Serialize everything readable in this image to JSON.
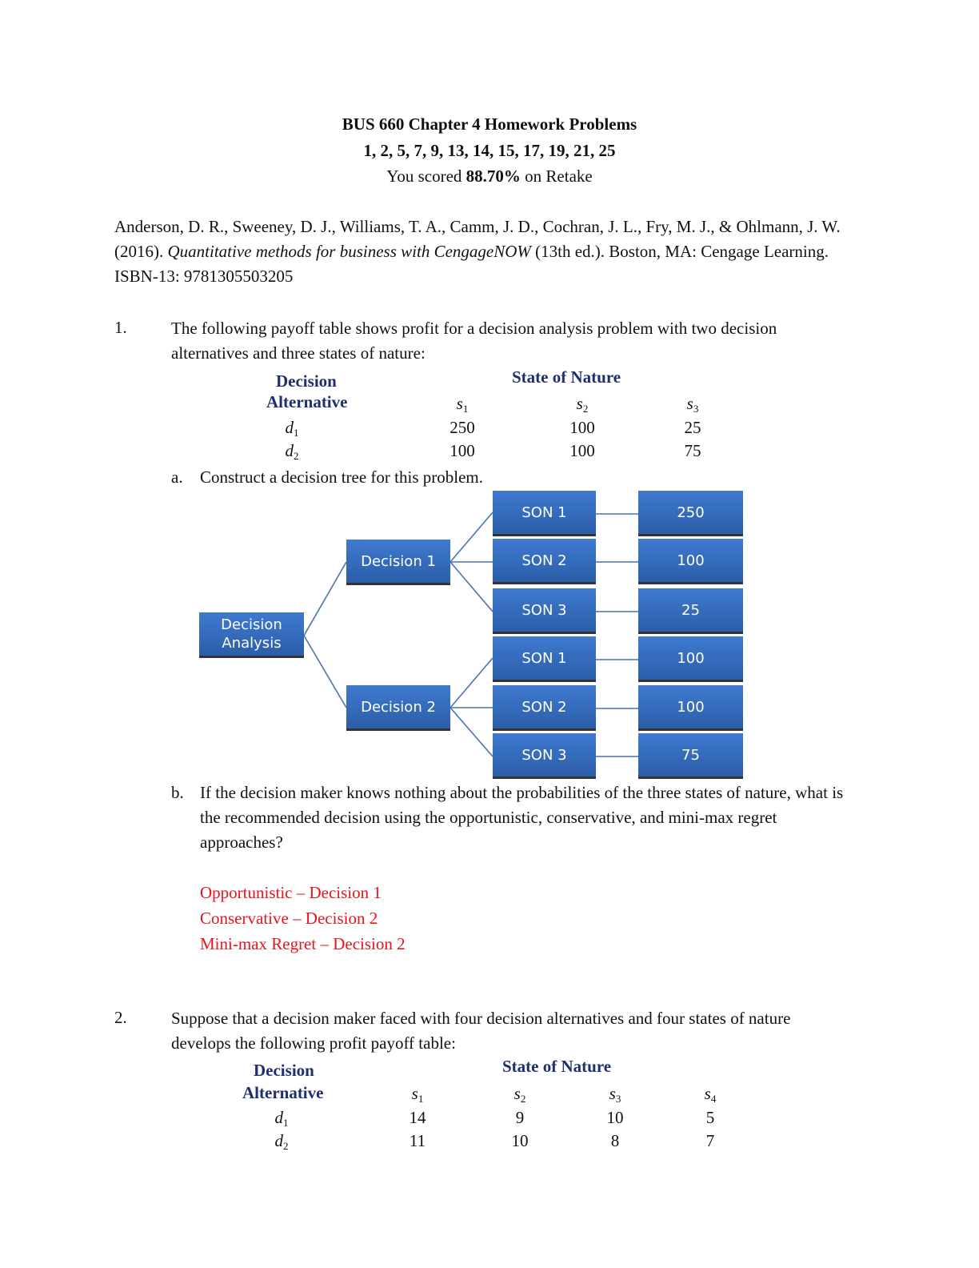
{
  "header": {
    "title": "BUS 660 Chapter 4 Homework Problems",
    "problems": "1, 2, 5, 7, 9, 13, 14, 15, 17, 19, 21, 25",
    "score_prefix": "You scored ",
    "score_value": "88.70%",
    "score_suffix": " on Retake"
  },
  "citation": {
    "authors": "Anderson, D. R., Sweeney, D. J., Williams, T. A., Camm, J. D., Cochran, J. L., Fry, M. J., & Ohlmann, J. W. (2016). ",
    "book_title": "Quantitative methods for business with CengageNOW",
    "rest": " (13th ed.). Boston, MA: Cengage Learning. ISBN-13: 9781305503205"
  },
  "problem1": {
    "number": "1.",
    "text": "The following payoff table shows profit for a decision analysis problem with two decision alternatives and three states of nature:",
    "table": {
      "col_header_left_1": "Decision",
      "col_header_left_2": "Alternative",
      "state_header": "State of Nature",
      "states": [
        {
          "base": "s",
          "sub": "1"
        },
        {
          "base": "s",
          "sub": "2"
        },
        {
          "base": "s",
          "sub": "3"
        }
      ],
      "rows": [
        {
          "base": "d",
          "sub": "1",
          "values": [
            "250",
            "100",
            "25"
          ]
        },
        {
          "base": "d",
          "sub": "2",
          "values": [
            "100",
            "100",
            "75"
          ]
        }
      ]
    },
    "part_a": {
      "label": "a.",
      "text": "Construct a decision tree for this problem."
    },
    "tree": {
      "root": "Decision Analysis",
      "decisions": [
        "Decision 1",
        "Decision 2"
      ],
      "states": [
        "SON 1",
        "SON 2",
        "SON 3",
        "SON 1",
        "SON 2",
        "SON 3"
      ],
      "payoffs": [
        "250",
        "100",
        "25",
        "100",
        "100",
        "75"
      ],
      "box_color": "#3a72c4",
      "line_color": "#4a72b0"
    },
    "part_b": {
      "label": "b.",
      "text": "If the decision maker knows nothing about the probabilities of the three states of nature, what is the recommended decision using the opportunistic, conservative, and mini-max regret approaches?"
    },
    "answers": [
      "Opportunistic – Decision 1",
      "Conservative – Decision 2",
      "Mini-max Regret – Decision 2"
    ],
    "answer_color": "#e8141c"
  },
  "problem2": {
    "number": "2.",
    "text": "Suppose that a decision maker faced with four decision alternatives and four states of nature develops the following profit payoff table:",
    "table": {
      "col_header_left_1": "Decision",
      "col_header_left_2": "Alternative",
      "state_header": "State of Nature",
      "states": [
        {
          "base": "s",
          "sub": "1"
        },
        {
          "base": "s",
          "sub": "2"
        },
        {
          "base": "s",
          "sub": "3"
        },
        {
          "base": "s",
          "sub": "4"
        }
      ],
      "rows": [
        {
          "base": "d",
          "sub": "1",
          "values": [
            "14",
            "9",
            "10",
            "5"
          ]
        },
        {
          "base": "d",
          "sub": "2",
          "values": [
            "11",
            "10",
            "8",
            "7"
          ]
        }
      ]
    }
  }
}
